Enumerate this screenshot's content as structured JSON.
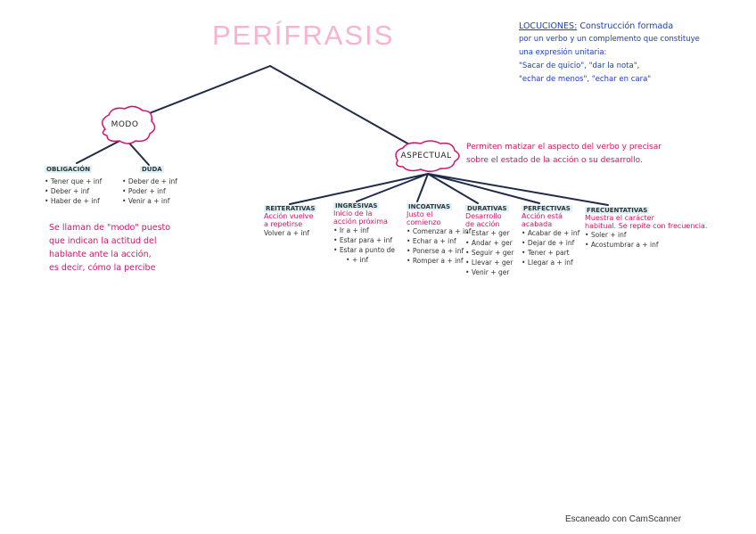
{
  "title": "PERÍFRASIS",
  "locuciones": {
    "heading": "LOCUCIONES:",
    "lines": [
      "Construcción formada",
      "por un verbo y un complemento que constituye",
      "una expresión unitaria:",
      "\"Sacar de quicio\", \"dar la nota\",",
      "\"echar de menos\", \"echar en cara\""
    ]
  },
  "modo": {
    "label": "MODO",
    "branches": [
      {
        "heading": "OBLIGACIÓN",
        "items": [
          "Tener que + inf",
          "Deber + inf",
          "Haber de + inf"
        ]
      },
      {
        "heading": "DUDA",
        "items": [
          "Deber de + inf",
          "Poder + inf",
          "Venir a + inf"
        ]
      }
    ],
    "note": [
      "Se llaman de \"modo\" puesto",
      "que indican la actitud del",
      "hablante ante la acción,",
      "es decir, cómo la percibe"
    ]
  },
  "aspectual": {
    "label": "ASPECTUAL",
    "note": [
      "Permiten matizar el aspecto del verbo y precisar",
      "sobre el estado de la acción o su desarrollo."
    ],
    "branches": [
      {
        "heading": "REITERATIVAS",
        "desc": [
          "Acción vuelve",
          "a repetirse"
        ],
        "items": [
          "Volver a + inf"
        ],
        "bullets": false
      },
      {
        "heading": "INGRESIVAS",
        "desc": [
          "Inicio de la",
          "acción próxima"
        ],
        "items": [
          "Ir a + inf",
          "Estar para + inf",
          "Estar a punto de",
          "+ inf"
        ],
        "bullets": true
      },
      {
        "heading": "INCOATIVAS",
        "desc": [
          "Justo el",
          "comienzo"
        ],
        "items": [
          "Comenzar a + inf",
          "Echar a + inf",
          "Ponerse a + inf",
          "Romper a + inf"
        ],
        "bullets": true
      },
      {
        "heading": "DURATIVAS",
        "desc": [
          "Desarrollo",
          "de acción"
        ],
        "items": [
          "Estar + ger",
          "Andar + ger",
          "Seguir + ger",
          "Llevar + ger",
          "Venir + ger"
        ],
        "bullets": true
      },
      {
        "heading": "PERFECTIVAS",
        "desc": [
          "Acción está",
          "acabada"
        ],
        "items": [
          "Acabar de + inf",
          "Dejar de + inf",
          "Tener + part",
          "Llegar a + inf"
        ],
        "bullets": true
      },
      {
        "heading": "FRECUENTATIVAS",
        "desc": [
          "Muestra el carácter",
          "habitual. Se repite con frecuencia."
        ],
        "items": [
          "Soler + inf",
          "Acostumbrar a + inf"
        ],
        "bullets": true
      }
    ]
  },
  "footer": "Escaneado con CamScanner",
  "colors": {
    "pink": "#d3136a",
    "blue": "#1c3fb7",
    "title_pink": "#f7b3cf",
    "line": "#1f2b4a"
  }
}
